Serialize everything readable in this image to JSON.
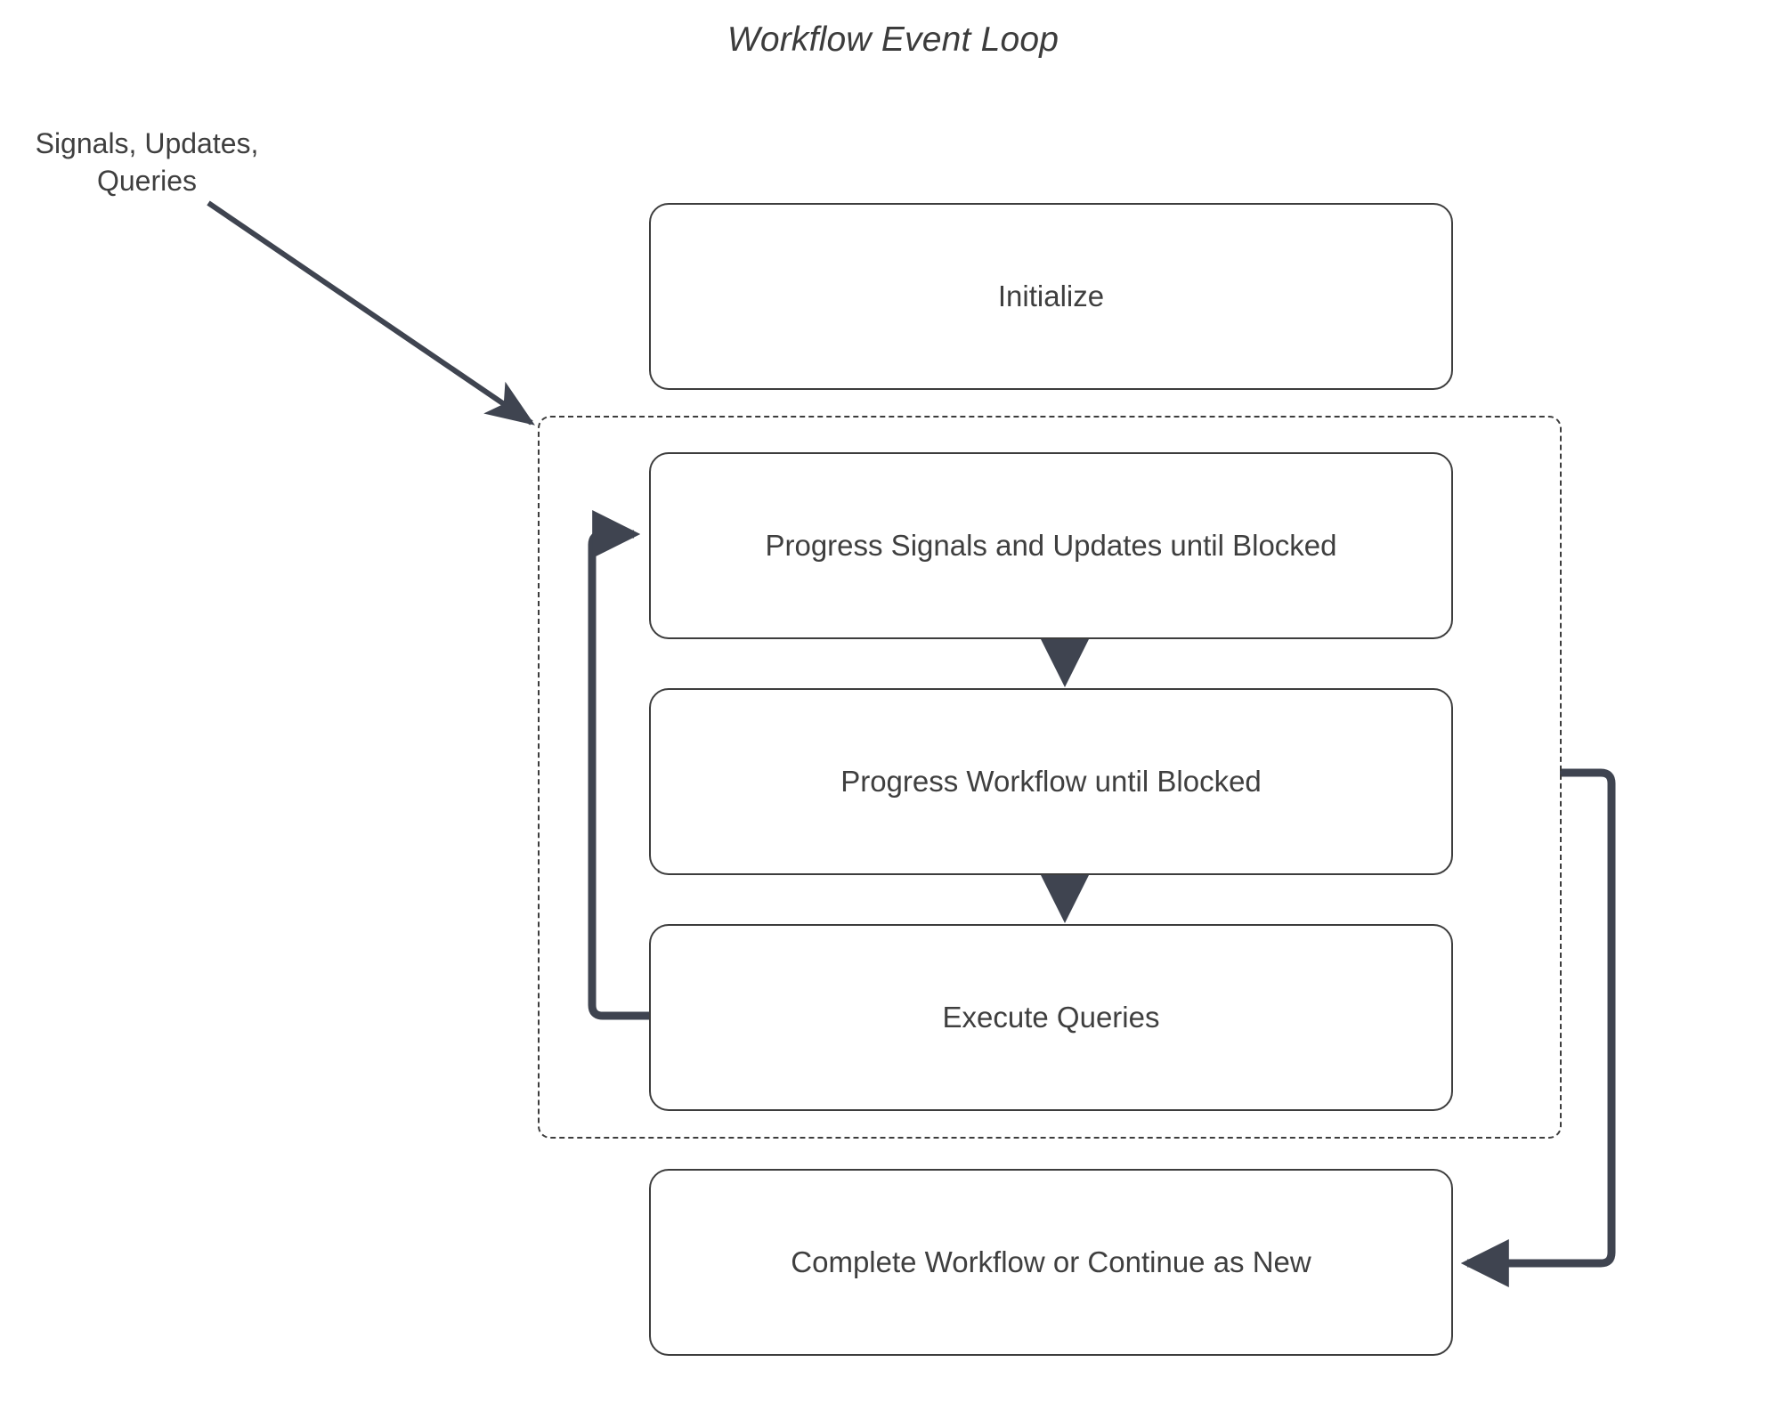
{
  "diagram": {
    "title": "Workflow Event Loop",
    "external_input_label": "Signals, Updates,\nQueries",
    "colors": {
      "node_border": "#3d3d3d",
      "node_fill": "#ffffff",
      "edge": "#3f4450",
      "thin_edge": "#3f4450",
      "container_border": "#3d3d3d",
      "text": "#3f3f3f",
      "background": "#ffffff"
    },
    "nodes": [
      {
        "id": "initialize",
        "label": "Initialize"
      },
      {
        "id": "progress-signals",
        "label": "Progress Signals and Updates until Blocked"
      },
      {
        "id": "progress-workflow",
        "label": "Progress Workflow until Blocked"
      },
      {
        "id": "execute-queries",
        "label": "Execute Queries"
      },
      {
        "id": "complete",
        "label": "Complete Workflow or Continue as New"
      }
    ],
    "containers": [
      {
        "id": "event-loop",
        "label": "",
        "style": "dashed"
      }
    ],
    "edges": [
      {
        "id": "input-to-loop",
        "from": "Signals, Updates, Queries",
        "to": "event-loop",
        "style": "thin-arrow"
      },
      {
        "id": "signals-to-workflow",
        "from": "progress-signals",
        "to": "progress-workflow",
        "style": "thin-arrow"
      },
      {
        "id": "workflow-to-queries",
        "from": "progress-workflow",
        "to": "execute-queries",
        "style": "thin-arrow"
      },
      {
        "id": "queries-back-to-signals",
        "from": "execute-queries",
        "to": "progress-signals",
        "style": "thick-loop-arrow"
      },
      {
        "id": "loop-to-complete",
        "from": "event-loop",
        "to": "complete",
        "style": "thick-loop-arrow"
      }
    ]
  }
}
